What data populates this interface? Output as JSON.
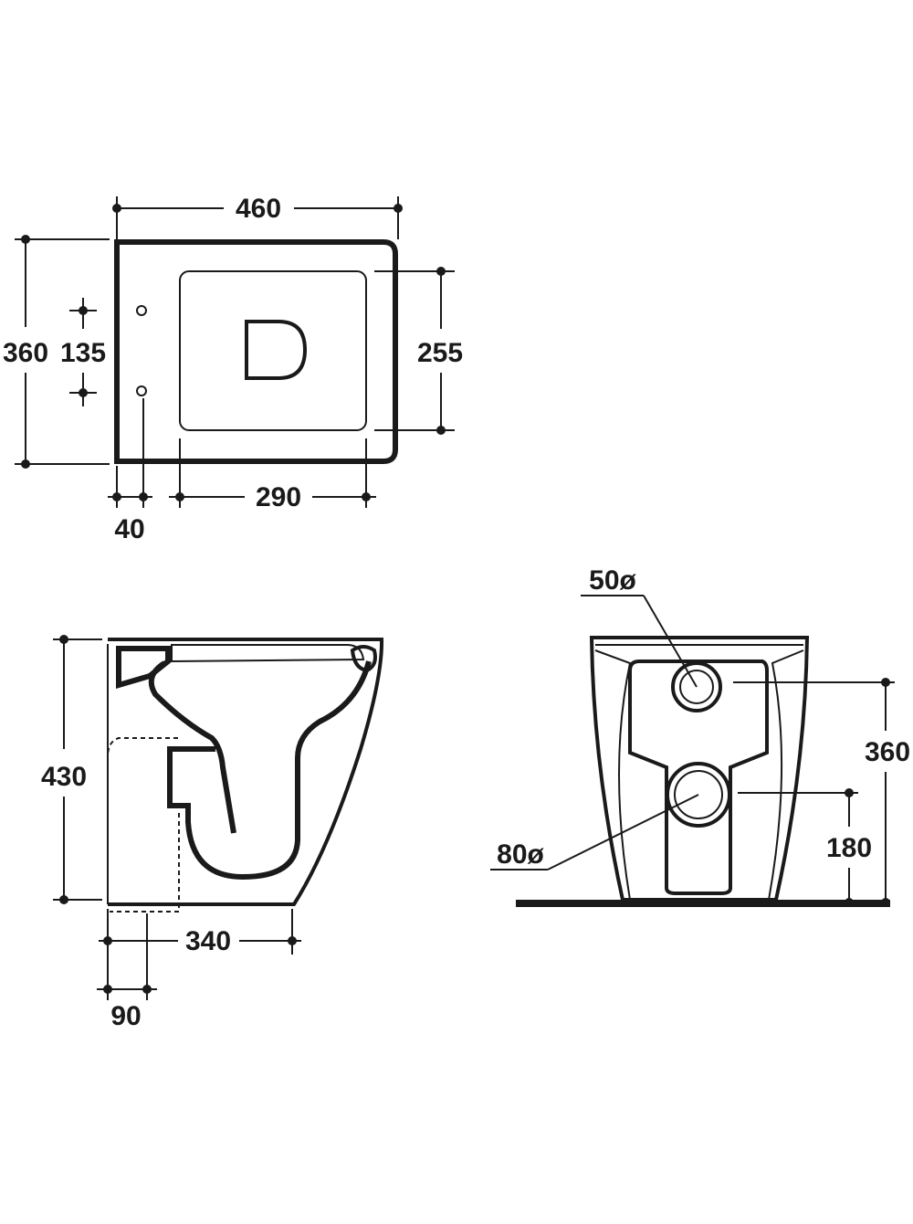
{
  "top_view": {
    "width_label": "460",
    "depth_label": "360",
    "hole_spacing_label": "135",
    "seat_depth_label": "255",
    "seat_width_label": "290",
    "hole_offset_label": "40"
  },
  "side_view": {
    "height_label": "430",
    "outlet_length_label": "340",
    "outlet_offset_label": "90"
  },
  "rear_view": {
    "inlet_diameter_label": "50ø",
    "outlet_diameter_label": "80ø",
    "inlet_height_label": "360",
    "outlet_height_label": "180"
  },
  "colors": {
    "line": "#1a1a1a",
    "background": "#ffffff"
  }
}
